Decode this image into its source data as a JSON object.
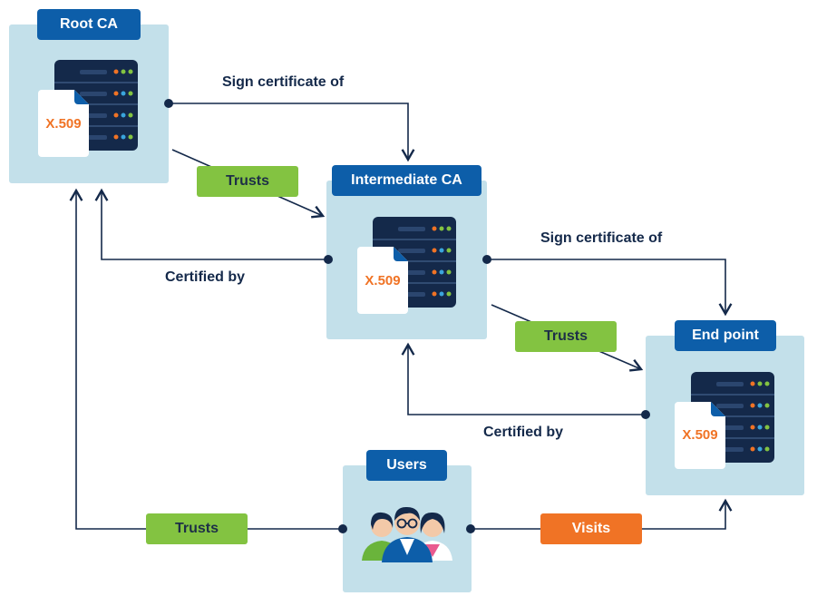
{
  "nodes": {
    "root_ca": {
      "title": "Root CA",
      "cert": "X.509"
    },
    "intermediate_ca": {
      "title": "Intermediate CA",
      "cert": "X.509"
    },
    "end_point": {
      "title": "End point",
      "cert": "X.509"
    },
    "users": {
      "title": "Users"
    }
  },
  "edges": {
    "root_sign": "Sign certificate of",
    "root_trusts": "Trusts",
    "inter_certified_by": "Certified by",
    "inter_sign": "Sign certificate of",
    "inter_trusts": "Trusts",
    "end_certified_by": "Certified by",
    "users_trusts": "Trusts",
    "users_visits": "Visits"
  },
  "colors": {
    "header": "#0d5ea9",
    "panel": "#c3e0ea",
    "server": "#14294a",
    "trusts": "#83c341",
    "visits": "#f07325",
    "connector": "#14294a"
  },
  "icons": [
    "server-icon",
    "certificate-icon",
    "users-group-icon"
  ]
}
